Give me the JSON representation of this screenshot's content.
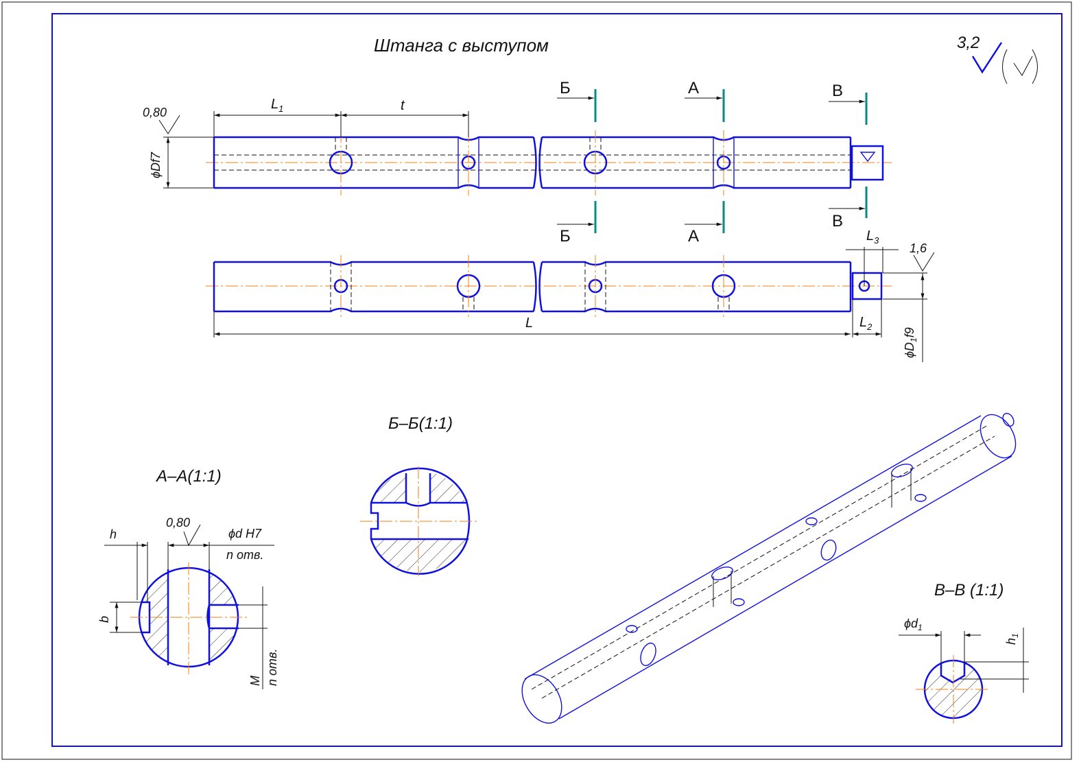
{
  "title": "Штанга с выступом",
  "roughness": {
    "general": "3,2",
    "top_shaft": "0,80",
    "protrusion": "1,6",
    "section_a": "0,80"
  },
  "dimensions": {
    "L1": "L",
    "L1_sub": "1",
    "t": "t",
    "Df7": "ϕDf7",
    "L3": "L",
    "L3_sub": "3",
    "L2": "L",
    "L2_sub": "2",
    "L": "L",
    "D1f9_pre": "ϕD",
    "D1f9_sub": "1",
    "D1f9_post": "f9"
  },
  "section_marks": {
    "B_cyr": "Б",
    "A": "А",
    "V": "В"
  },
  "sections": {
    "aa": {
      "title": "А–А(1:1)",
      "h": "h",
      "b": "b",
      "dH7": "ϕd H7",
      "n1": "n отв.",
      "M": "M",
      "n2": "n отв."
    },
    "bb": {
      "title": "Б–Б(1:1)"
    },
    "vv": {
      "title": "В–В (1:1)",
      "d1_pre": "ϕd",
      "d1_sub": "1",
      "h1_pre": "h",
      "h1_sub": "1"
    }
  }
}
